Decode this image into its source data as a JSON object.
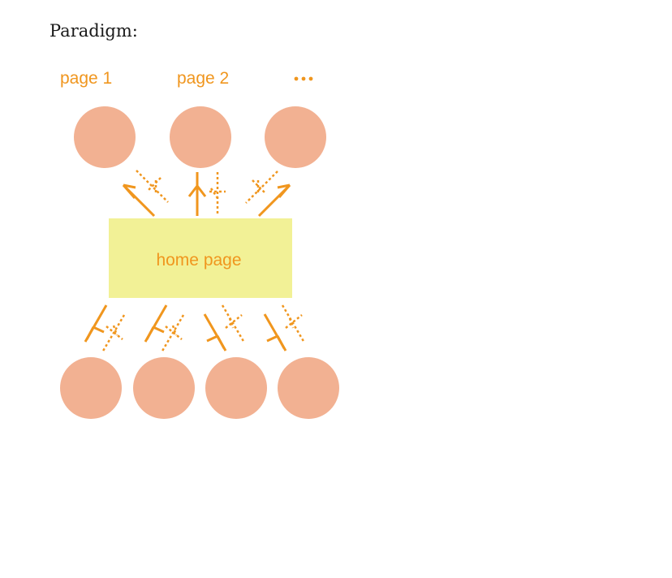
{
  "heading": "Paradigm:",
  "diagram": {
    "top_labels": [
      "page 1",
      "page 2",
      "…"
    ],
    "center_label": "home page",
    "colors": {
      "accent": "#f0961e",
      "node_fill": "#f2b192",
      "home_fill": "#f2f196"
    }
  }
}
